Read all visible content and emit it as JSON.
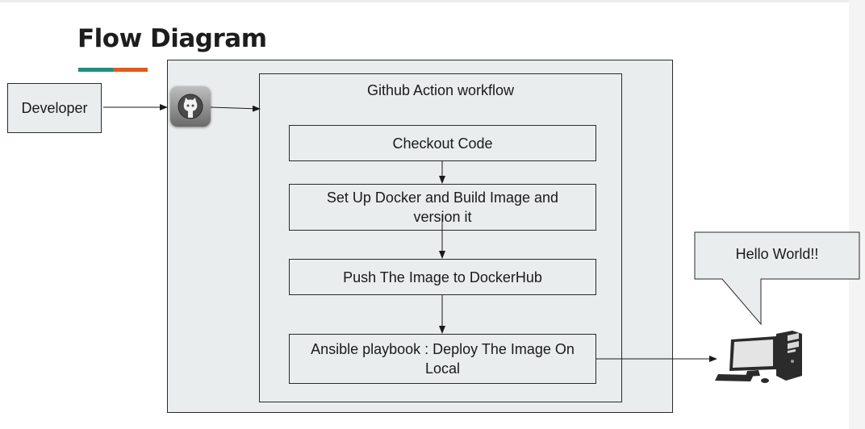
{
  "page": {
    "title": "Flow Diagram",
    "underline_colors": [
      "#1f8f7c",
      "#e05a1a"
    ]
  },
  "diagram": {
    "developer_label": "Developer",
    "github_icon": "github-logo-icon",
    "workflow_title": "Github Action workflow",
    "steps": [
      {
        "label": "Checkout Code"
      },
      {
        "label": "Set Up Docker and Build Image and version it"
      },
      {
        "label": "Push The Image to DockerHub"
      },
      {
        "label": "Ansible playbook : Deploy The Image On Local"
      }
    ],
    "callout_label": "Hello World!!",
    "computer_icon": "desktop-computer-icon",
    "box_fill": "#e9eded",
    "stroke_color": "#2a2a2a"
  }
}
